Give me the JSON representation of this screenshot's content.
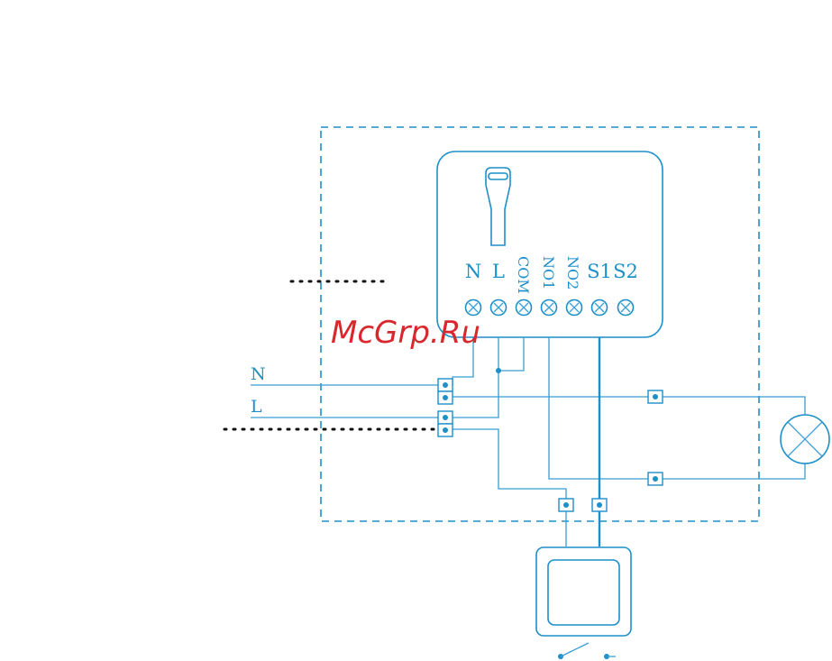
{
  "terminals": [
    {
      "id": "N",
      "label": "N",
      "vertical": false
    },
    {
      "id": "L",
      "label": "L",
      "vertical": false
    },
    {
      "id": "COM",
      "label": "COM",
      "vertical": true
    },
    {
      "id": "NO1",
      "label": "NO1",
      "vertical": true
    },
    {
      "id": "NO2",
      "label": "NO2",
      "vertical": true
    },
    {
      "id": "S1",
      "label": "S1",
      "vertical": false
    },
    {
      "id": "S2",
      "label": "S2",
      "vertical": false
    }
  ],
  "lines": {
    "neutral": "N",
    "live": "L"
  },
  "watermark": "McGrp.Ru",
  "colors": {
    "wire": "#1d8fc9",
    "watermark": "#d9272e",
    "background": "#ffffff"
  },
  "icons": [
    "lamp-icon",
    "wall-switch-icon",
    "antenna-icon",
    "screw-terminal-icon"
  ]
}
